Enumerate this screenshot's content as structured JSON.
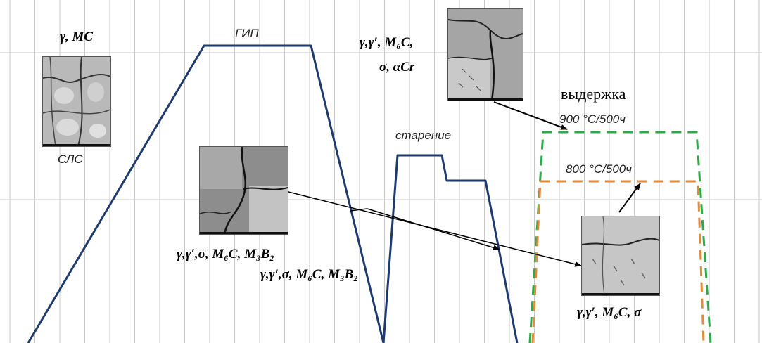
{
  "labels": {
    "stage1_phases": "γ, MC",
    "slm": "СЛС",
    "hip": "ГИП",
    "hip_phases": "γ,γ′,σ, M₆C, M₃B₂",
    "hip_phases_2": "γ,γ′,σ, M₆C, M₃B₂",
    "aging_phases_line1": "γ,γ′, M₆C,",
    "aging_phases_line2": "σ, αCr",
    "aging": "старение",
    "hold": "выдержка",
    "hold_900": "900 °C/500ч",
    "hold_800": "800 °C/500ч",
    "hold_phases": "γ,γ′, M₆C, σ"
  },
  "colors": {
    "process_line": "#1f3a6e",
    "hold_900_line": "#2eaa4a",
    "hold_800_line": "#e08a3c",
    "grid": "#c8c8c8",
    "arrow": "#000000"
  },
  "micrographs": [
    {
      "name": "slm-micrograph",
      "tone": "light"
    },
    {
      "name": "hip-micrograph",
      "tone": "mid"
    },
    {
      "name": "aging-micrograph",
      "tone": "mid"
    },
    {
      "name": "hold-micrograph",
      "tone": "light"
    }
  ]
}
